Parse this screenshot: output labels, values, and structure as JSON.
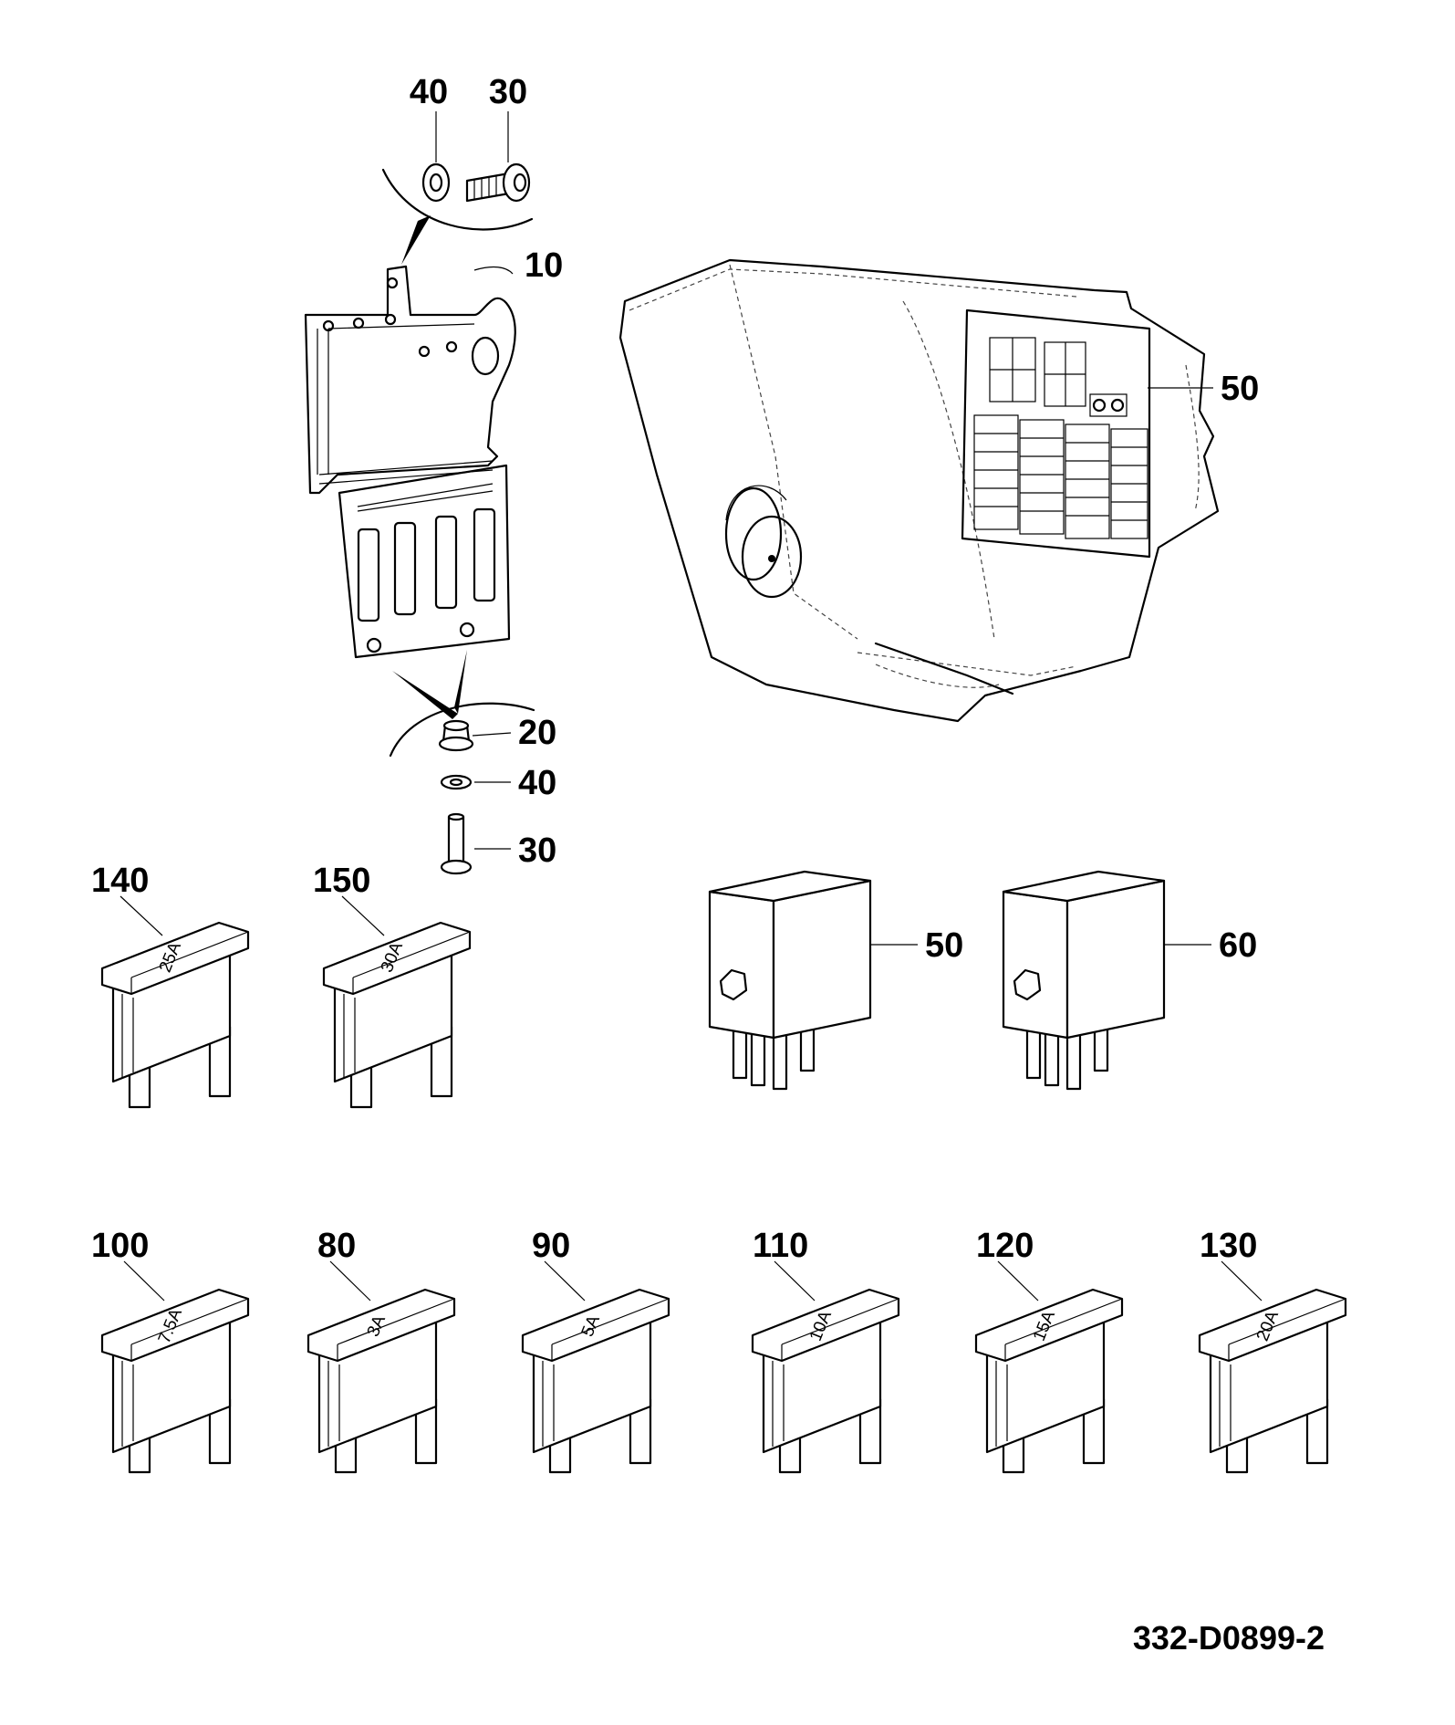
{
  "bracket_assembly": {
    "callouts": {
      "top_washer": "40",
      "top_bolt": "30",
      "bracket": "10",
      "stud": "20",
      "bottom_washer": "40",
      "bottom_bolt": "30"
    }
  },
  "fuse_box": {
    "decal_callout": "50"
  },
  "relays": [
    {
      "callout": "50"
    },
    {
      "callout": "60"
    }
  ],
  "fuses_large": [
    {
      "callout": "140",
      "rating": "25A"
    },
    {
      "callout": "150",
      "rating": "30A"
    }
  ],
  "fuses_small": [
    {
      "callout": "100",
      "rating": "7.5A"
    },
    {
      "callout": "80",
      "rating": "3A"
    },
    {
      "callout": "90",
      "rating": "5A"
    },
    {
      "callout": "110",
      "rating": "10A"
    },
    {
      "callout": "120",
      "rating": "15A"
    },
    {
      "callout": "130",
      "rating": "20A"
    }
  ],
  "drawing_number": "332-D0899-2"
}
